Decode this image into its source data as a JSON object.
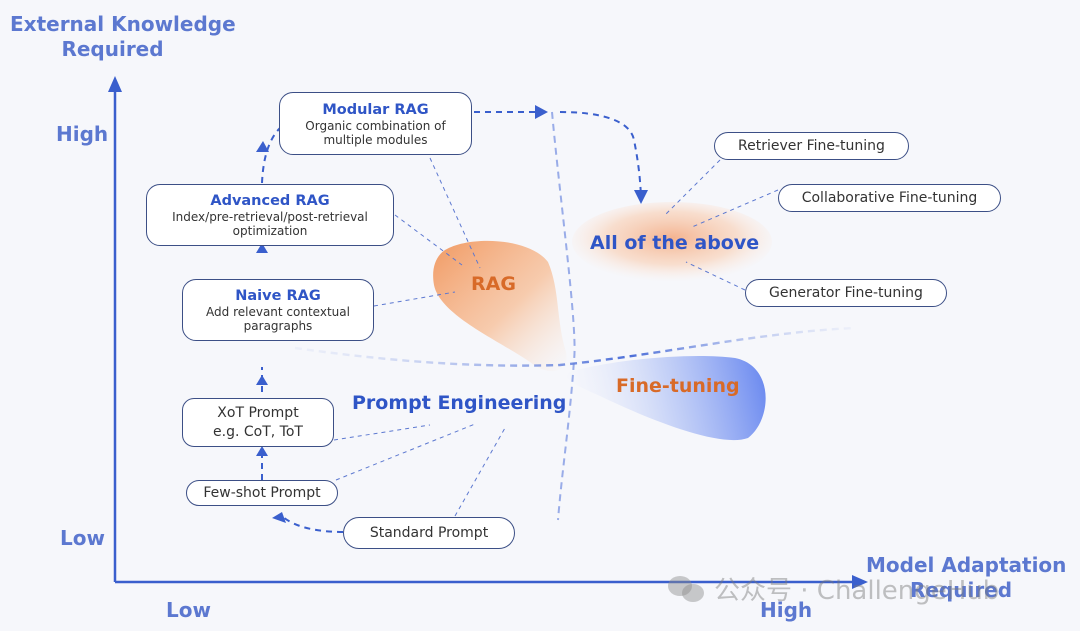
{
  "axes": {
    "y_title_line1": "External Knowledge",
    "y_title_line2": "Required",
    "x_title_line1": "Model Adaptation",
    "x_title_line2": "Required",
    "y_high": "High",
    "y_low": "Low",
    "x_low": "Low",
    "x_high": "High"
  },
  "rag_ladder": {
    "modular": {
      "title": "Modular RAG",
      "desc_line1": "Organic combination of",
      "desc_line2": "multiple modules"
    },
    "advanced": {
      "title": "Advanced RAG",
      "desc_line1": "Index/pre-retrieval/post-retrieval",
      "desc_line2": "optimization"
    },
    "naive": {
      "title": "Naive RAG",
      "desc_line1": "Add relevant contextual",
      "desc_line2": "paragraphs"
    }
  },
  "prompt_ladder": {
    "xot_line1": "XoT Prompt",
    "xot_line2": "e.g. CoT, ToT",
    "few_shot": "Few-shot Prompt",
    "standard": "Standard Prompt"
  },
  "regions": {
    "rag": "RAG",
    "prompt_engineering": "Prompt Engineering",
    "fine_tuning": "Fine-tuning",
    "all_above": "All of the above"
  },
  "fine_tuning_types": {
    "retriever": "Retriever Fine-tuning",
    "collaborative": "Collaborative Fine-tuning",
    "generator": "Generator Fine-tuning"
  },
  "watermark": "公众号 · ChallengeHub",
  "colors": {
    "axis": "#3a5fcd",
    "label": "#5c78d0",
    "title_blue": "#2f55c6",
    "rag_orange": "#d86a28",
    "box_border": "#3c4f86"
  }
}
